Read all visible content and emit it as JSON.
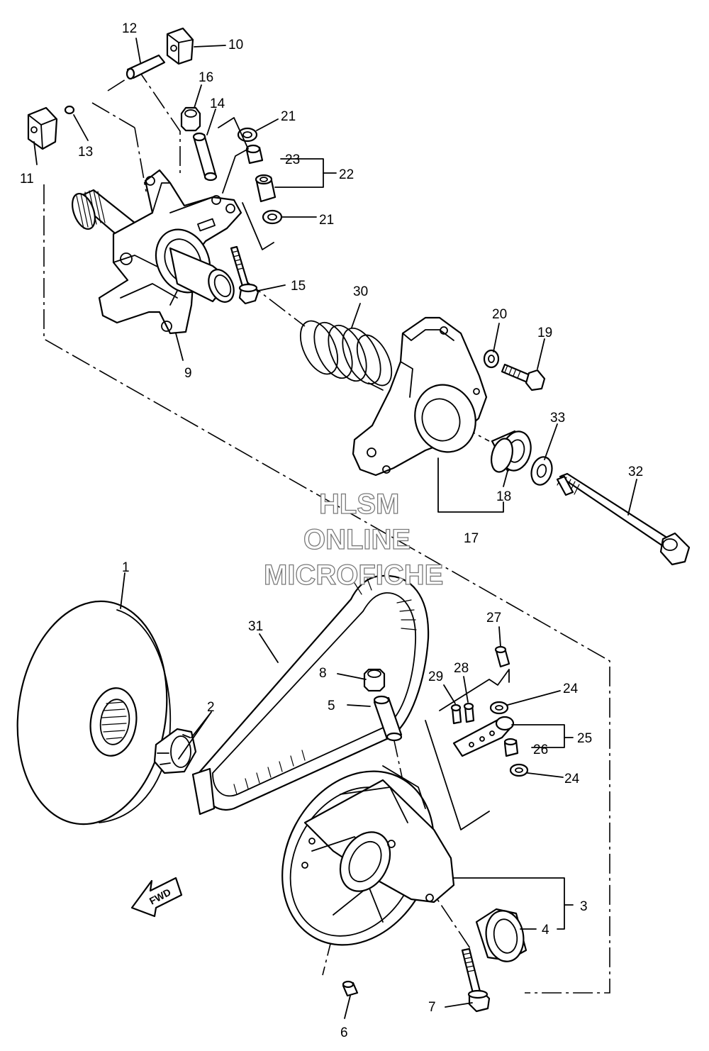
{
  "diagram": {
    "callouts": [
      {
        "id": "c1",
        "text": "1"
      },
      {
        "id": "c2",
        "text": "2"
      },
      {
        "id": "c3",
        "text": "3"
      },
      {
        "id": "c4",
        "text": "4"
      },
      {
        "id": "c5",
        "text": "5"
      },
      {
        "id": "c6",
        "text": "6"
      },
      {
        "id": "c7",
        "text": "7"
      },
      {
        "id": "c8",
        "text": "8"
      },
      {
        "id": "c9",
        "text": "9"
      },
      {
        "id": "c10",
        "text": "10"
      },
      {
        "id": "c11",
        "text": "11"
      },
      {
        "id": "c12",
        "text": "12"
      },
      {
        "id": "c13",
        "text": "13"
      },
      {
        "id": "c14",
        "text": "14"
      },
      {
        "id": "c15",
        "text": "15"
      },
      {
        "id": "c16",
        "text": "16"
      },
      {
        "id": "c17",
        "text": "17"
      },
      {
        "id": "c18",
        "text": "18"
      },
      {
        "id": "c19",
        "text": "19"
      },
      {
        "id": "c20",
        "text": "20"
      },
      {
        "id": "c21a",
        "text": "21"
      },
      {
        "id": "c21b",
        "text": "21"
      },
      {
        "id": "c22",
        "text": "22"
      },
      {
        "id": "c23",
        "text": "23"
      },
      {
        "id": "c24a",
        "text": "24"
      },
      {
        "id": "c24b",
        "text": "24"
      },
      {
        "id": "c25",
        "text": "25"
      },
      {
        "id": "c26",
        "text": "26"
      },
      {
        "id": "c27",
        "text": "27"
      },
      {
        "id": "c28",
        "text": "28"
      },
      {
        "id": "c29",
        "text": "29"
      },
      {
        "id": "c30",
        "text": "30"
      },
      {
        "id": "c31",
        "text": "31"
      },
      {
        "id": "c32",
        "text": "32"
      },
      {
        "id": "c33",
        "text": "33"
      }
    ],
    "direction_arrow": "FWD",
    "watermark": [
      "HLSM",
      "ONLINE",
      "MICROFICHE"
    ]
  }
}
